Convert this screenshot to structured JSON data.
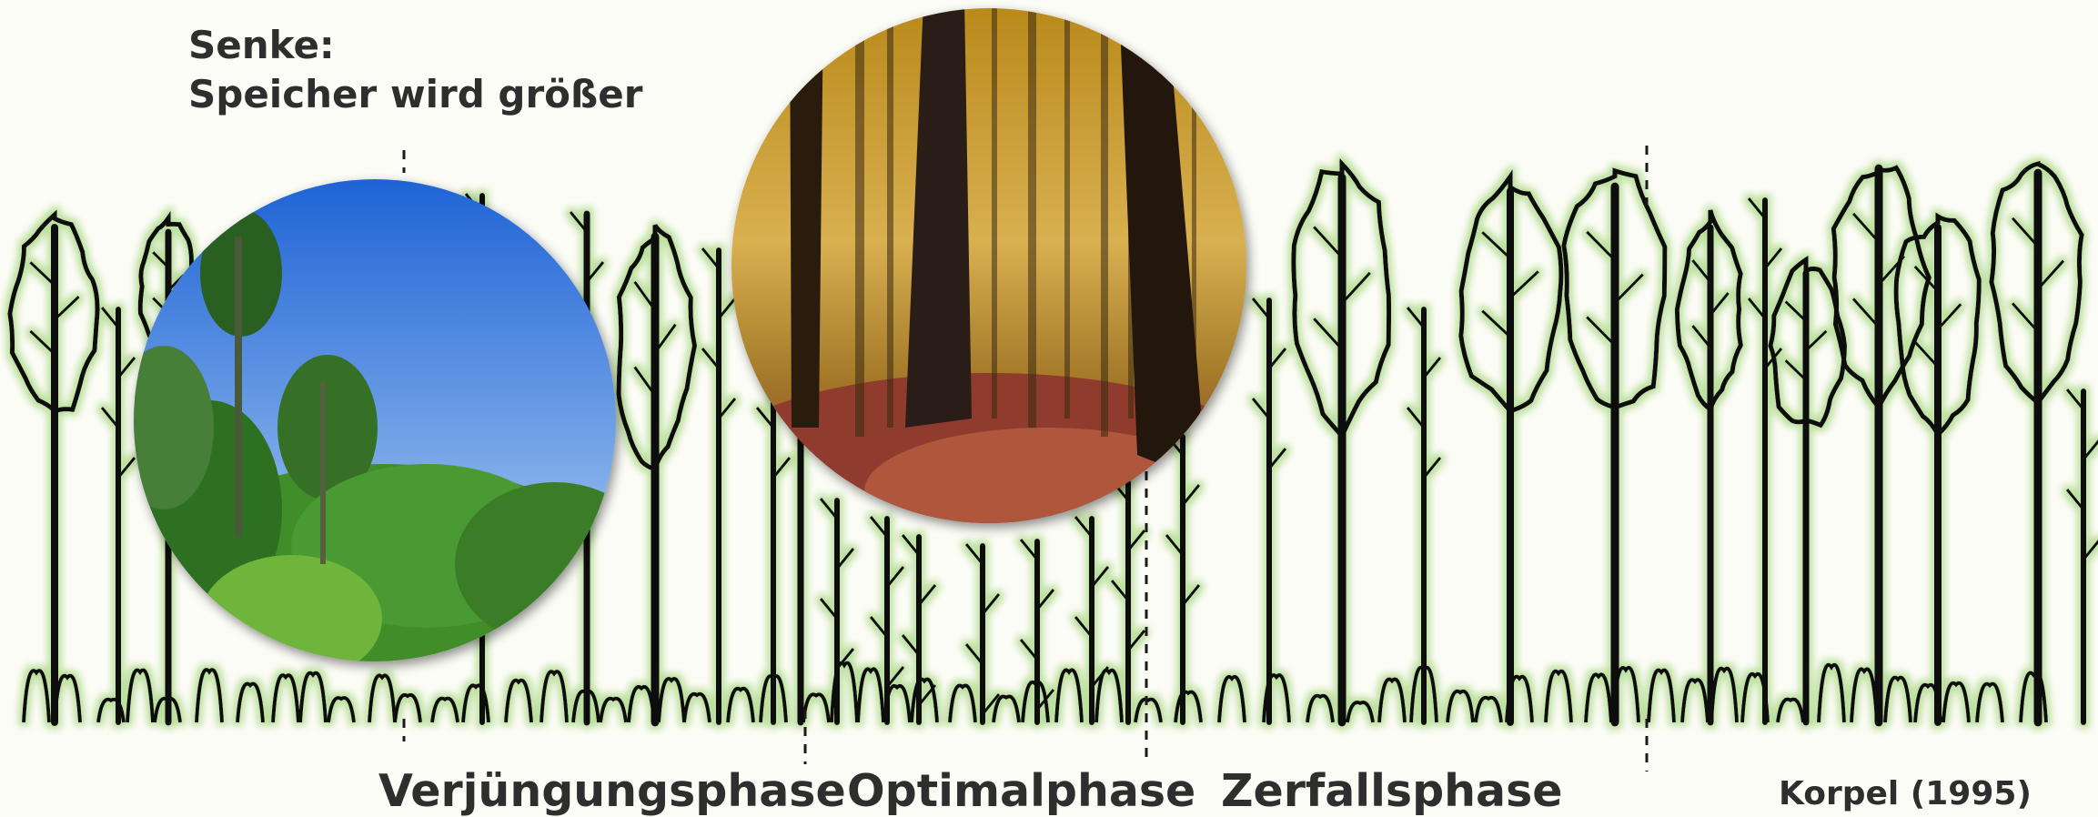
{
  "annotation": {
    "line1": "Senke:",
    "line2": "Speicher wird größer"
  },
  "phases": [
    {
      "label": "Verjüngungsphase"
    },
    {
      "label": "Optimalphase"
    },
    {
      "label": "Zerfallsphase"
    }
  ],
  "source": "Korpel (1995)",
  "colors": {
    "background": "#fcfcf6",
    "tree_ink": "#111111",
    "tree_glow": "#bde0a0",
    "label_text": "#2e2e2e",
    "sky_top": "#1f63d6",
    "sky_bottom": "#b9d8f5",
    "foliage": "#3f8d2a",
    "autumn_leaves": "#d9a42a",
    "forest_floor": "#8f3a2d"
  },
  "photos": [
    {
      "name": "young-forest-photo",
      "depicts": "young-regrowth-forest"
    },
    {
      "name": "mature-forest-photo",
      "depicts": "mature-autumn-beech-forest"
    }
  ]
}
